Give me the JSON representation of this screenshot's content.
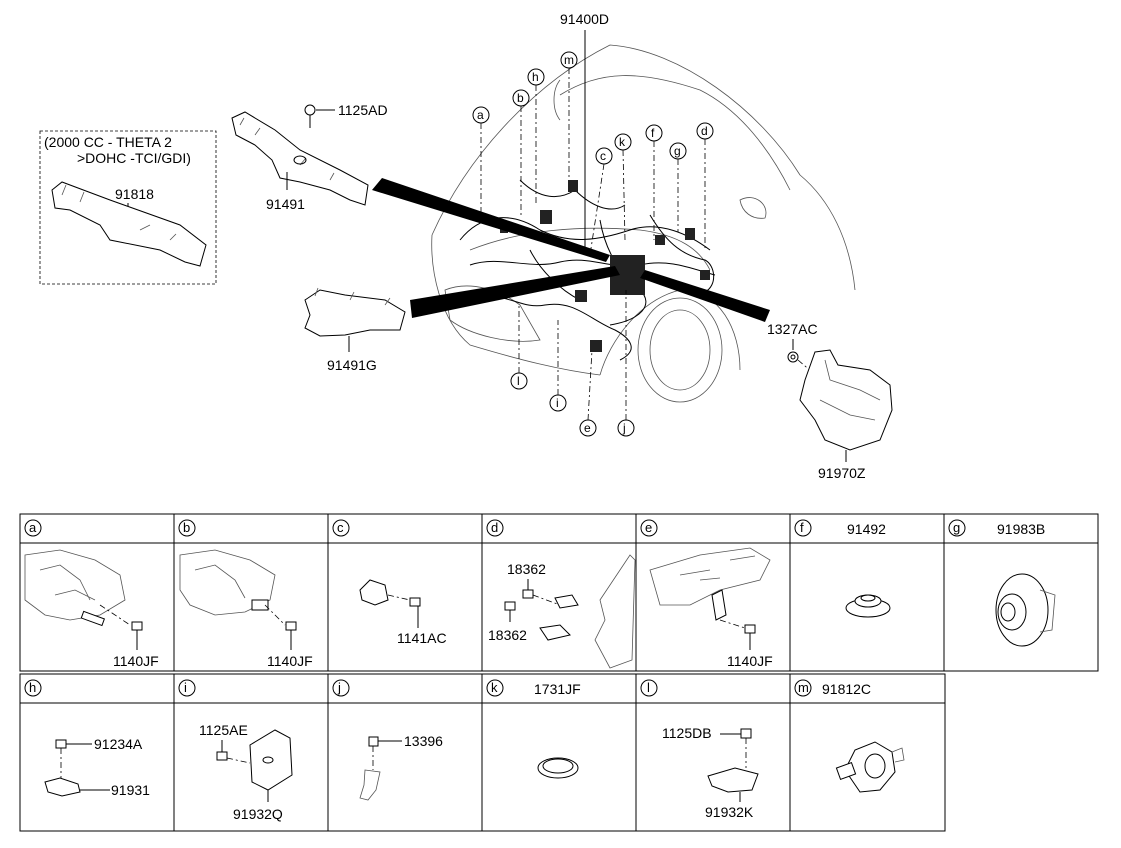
{
  "main_diagram": {
    "top_label": "91400D",
    "variant_note": [
      "(2000 CC - THETA 2",
      ">DOHC -TCI/GDI)"
    ],
    "parts": {
      "p91818": "91818",
      "p1125AD": "1125AD",
      "p91491": "91491",
      "p91491G": "91491G",
      "p1327AC": "1327AC",
      "p91970Z": "91970Z"
    },
    "callouts": [
      "a",
      "b",
      "h",
      "m",
      "c",
      "k",
      "f",
      "g",
      "d",
      "l",
      "i",
      "e",
      "j"
    ]
  },
  "detail_table": {
    "cells": [
      {
        "letter": "a",
        "header_part": "",
        "parts": [
          "1140JF"
        ]
      },
      {
        "letter": "b",
        "header_part": "",
        "parts": [
          "1140JF"
        ]
      },
      {
        "letter": "c",
        "header_part": "",
        "parts": [
          "1141AC"
        ]
      },
      {
        "letter": "d",
        "header_part": "",
        "parts": [
          "18362",
          "18362"
        ]
      },
      {
        "letter": "e",
        "header_part": "",
        "parts": [
          "1140JF"
        ]
      },
      {
        "letter": "f",
        "header_part": "91492",
        "parts": []
      },
      {
        "letter": "g",
        "header_part": "91983B",
        "parts": []
      },
      {
        "letter": "h",
        "header_part": "",
        "parts": [
          "91234A",
          "91931"
        ]
      },
      {
        "letter": "i",
        "header_part": "",
        "parts": [
          "1125AE",
          "91932Q"
        ]
      },
      {
        "letter": "j",
        "header_part": "",
        "parts": [
          "13396"
        ]
      },
      {
        "letter": "k",
        "header_part": "1731JF",
        "parts": []
      },
      {
        "letter": "l",
        "header_part": "",
        "parts": [
          "1125DB",
          "91932K"
        ]
      },
      {
        "letter": "m",
        "header_part": "91812C",
        "parts": []
      }
    ]
  }
}
